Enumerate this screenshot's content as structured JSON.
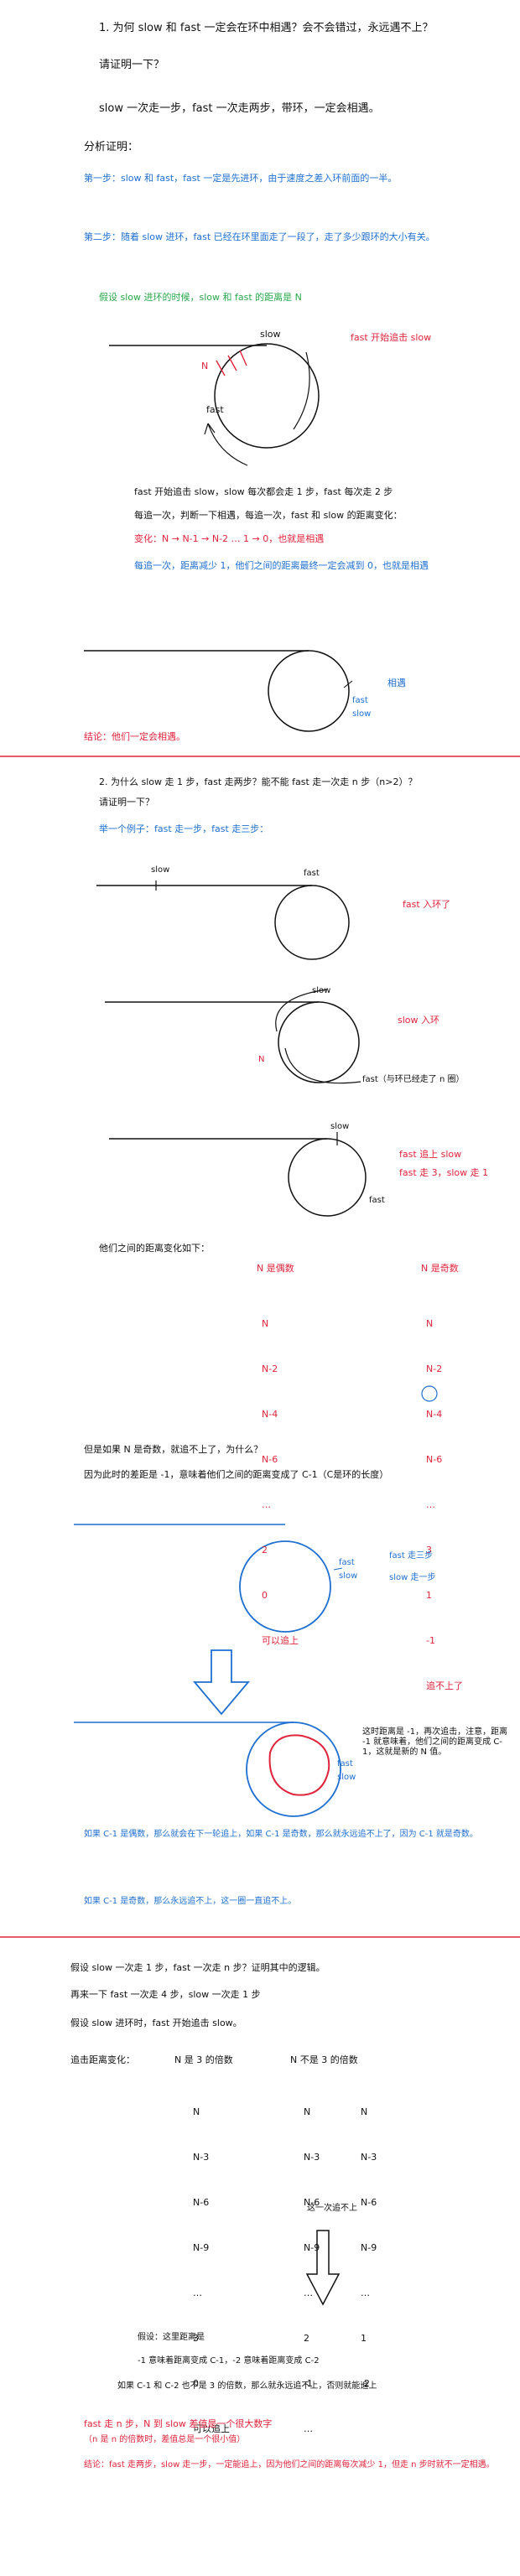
{
  "q1": {
    "title": "1. 为何 slow 和 fast 一定会在环中相遇？会不会错过，永远遇不上？",
    "prompt": "请证明一下？",
    "rule": "slow 一次走一步，fast 一次走两步，带环，一定会相遇。",
    "analysis_title": "分析证明：",
    "step1": "第一步：slow 和 fast，fast 一定是先进环，由于速度之差入环前面的一半。",
    "step2": "第二步：随着 slow 进环，fast 已经在环里面走了一段了，走了多少跟环的大小有关。",
    "assume": "假设 slow 进环的时候，slow 和 fast 的距离是 N",
    "chase_label": "fast 开始追击 slow",
    "dia_labels": [
      "slow",
      "N",
      "fast"
    ],
    "p1": "fast 开始追击 slow，slow 每次都会走 1 步，fast 每次走 2 步",
    "p2": "每追一次，判断一下相遇，每追一次，fast 和 slow 的距离变化：",
    "seq": "变化：N → N-1 → N-2 … 1 → 0，也就是相遇",
    "p3": "每追一次，距离减少 1，他们之间的距离最终一定会减到 0，也就是相遇",
    "meet_label": "相遇",
    "meet_tags": [
      "fast",
      "slow"
    ],
    "conclusion": "结论：他们一定会相遇。"
  },
  "q2": {
    "title": "2. 为什么 slow 走 1 步，fast 走两步？能不能 fast 走一次走 n 步（n>2）？",
    "prompt": "请证明一下？",
    "example": "举一个例子：fast 走一步，fast 走三步：",
    "d1_labels": [
      "slow",
      "fast"
    ],
    "d1_note": "fast 入环了",
    "d2_labels": [
      "slow",
      "N",
      "fast（与环已经走了 n 圈）"
    ],
    "d2_note": "slow 入环",
    "d3_labels": [
      "slow",
      "fast"
    ],
    "d3_note1": "fast 追上 slow",
    "d3_note2": "fast 走 3，slow 走 1",
    "dist_title": "他们之间的距离变化如下：",
    "odd_head": "N 是偶数",
    "even_head": "N 是奇数",
    "odd_col": [
      "N",
      "N-2",
      "N-4",
      "N-6",
      "…",
      "2",
      "0",
      "可以追上"
    ],
    "even_col": [
      "N",
      "N-2",
      "N-4",
      "N-6",
      "…",
      "3",
      "1",
      "-1",
      "追不上了"
    ],
    "if_line": "但是如果 N 是奇数，就追不上了，为什么？",
    "reason_line": "因为此时的差距是 -1，意味着他们之间的距离变成了 C-1（C是环的长度）",
    "d4_notes": [
      "fast 走三步",
      "slow 走一步"
    ],
    "d4_tags": [
      "fast",
      "slow"
    ],
    "d5_note": "这时距离是 -1，再次追击，注意，距离 -1 就意味着，他们之间的距离变成 C-1，这就是新的 N 值。",
    "d5_tags": [
      "fast",
      "slow"
    ],
    "case1": "如果 C-1 是偶数，那么就会在下一轮追上，如果 C-1 是奇数，那么就永远追不上了，因为 C-1 就是奇数。",
    "case2": "如果 C-1 是奇数，那么永远追不上，这一圈一直追不上。"
  },
  "q3": {
    "hyp1": "假设 slow 一次走 1 步，fast 一次走 n 步？证明其中的逻辑。",
    "hyp2": "再来一下 fast 一次走 4 步，slow 一次走 1 步",
    "hyp3": "假设 slow 进环时，fast 开始追击 slow。",
    "dist_title": "追击距离变化：",
    "left_head": "N 是 3 的倍数",
    "right_head": "N 不是 3 的倍数",
    "left_col": [
      "N",
      "N-3",
      "N-6",
      "N-9",
      "…",
      "3",
      "0",
      "可以追上"
    ],
    "mid_col": [
      "N",
      "N-3",
      "N-6",
      "N-9",
      "…",
      "2",
      "-1",
      "…"
    ],
    "right_col": [
      "N",
      "N-3",
      "N-6",
      "N-9",
      "…",
      "1",
      "-2"
    ],
    "right_note": "这一次追不上",
    "summary1": "假设：这里距离是",
    "summary2": "-1 意味着距离变成 C-1，-2 意味着距离变成 C-2",
    "summary3": "如果 C-1 和 C-2 也不是 3 的倍数，那么就永远追不上，否则就能追上",
    "red1": "fast 走 n 步，N 到 slow 差值是一个很大数字",
    "red2": "（n 是 n 的倍数时，差值总是一个很小值）",
    "final": "结论：fast 走两步，slow 走一步，一定能追上，因为他们之间的距离每次减少 1，但走 n 步时就不一定相遇。"
  },
  "colors": {
    "blue": "#1f6fd1",
    "red": "#e0243b",
    "green": "#2aa84a",
    "ink": "#111111"
  }
}
